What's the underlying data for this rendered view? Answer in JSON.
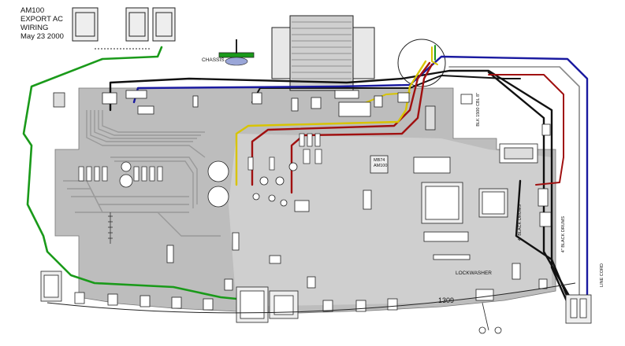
{
  "title": {
    "line1": "AM100",
    "line2": "EXPORT AC",
    "line3": "WIRING",
    "line4": "May 23 2000"
  },
  "labels": {
    "chassis": "CHASSIS",
    "lockwasher": "LOCKWASHER",
    "line_cord": "LINE CORD",
    "black_drums_1": "4\" BLACK DRUMS",
    "black_drums_2": "4\" BLACK DRUMS",
    "board_number": "1309",
    "pcb_ref": "BLK 1500 CBL 8\"",
    "chip_label_1": "MB74",
    "chip_label_2": "AM100"
  },
  "colors": {
    "green": "#1a9a1a",
    "blue": "#1a1aa0",
    "red": "#a01010",
    "yellow": "#d8c400",
    "black": "#111111",
    "board": "#bcbcbc",
    "trace": "#9a9a9a"
  },
  "icons": {
    "transformer": "transformer-icon",
    "jack": "phone-jack-icon",
    "pot": "potentiometer-icon",
    "ground_lug": "ground-lug-icon"
  }
}
